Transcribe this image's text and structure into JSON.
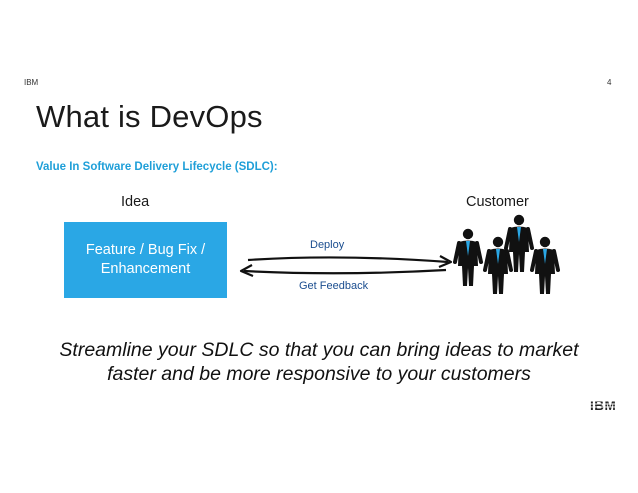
{
  "header": {
    "company": "IBM",
    "page_number": "4"
  },
  "slide": {
    "title": "What is DevOps",
    "subtitle": "Value In Software Delivery Lifecycle (SDLC):",
    "idea_label": "Idea",
    "customer_label": "Customer",
    "feature_box": {
      "line1": "Feature / Bug Fix /",
      "line2": "Enhancement"
    },
    "deploy_label": "Deploy",
    "feedback_label": "Get Feedback",
    "tagline": {
      "line1": "Streamline your SDLC so that you can bring ideas to market",
      "line2": "faster and be more responsive to your customers"
    }
  },
  "logo": {
    "text": "IBM"
  },
  "colors": {
    "accent": "#2aa7e5",
    "subtitle": "#1f9fd8",
    "arrow_label": "#1a4d8f"
  },
  "icons": [
    "right-arrow-icon",
    "left-arrow-icon",
    "customers-group-icon",
    "ibm-logo"
  ]
}
